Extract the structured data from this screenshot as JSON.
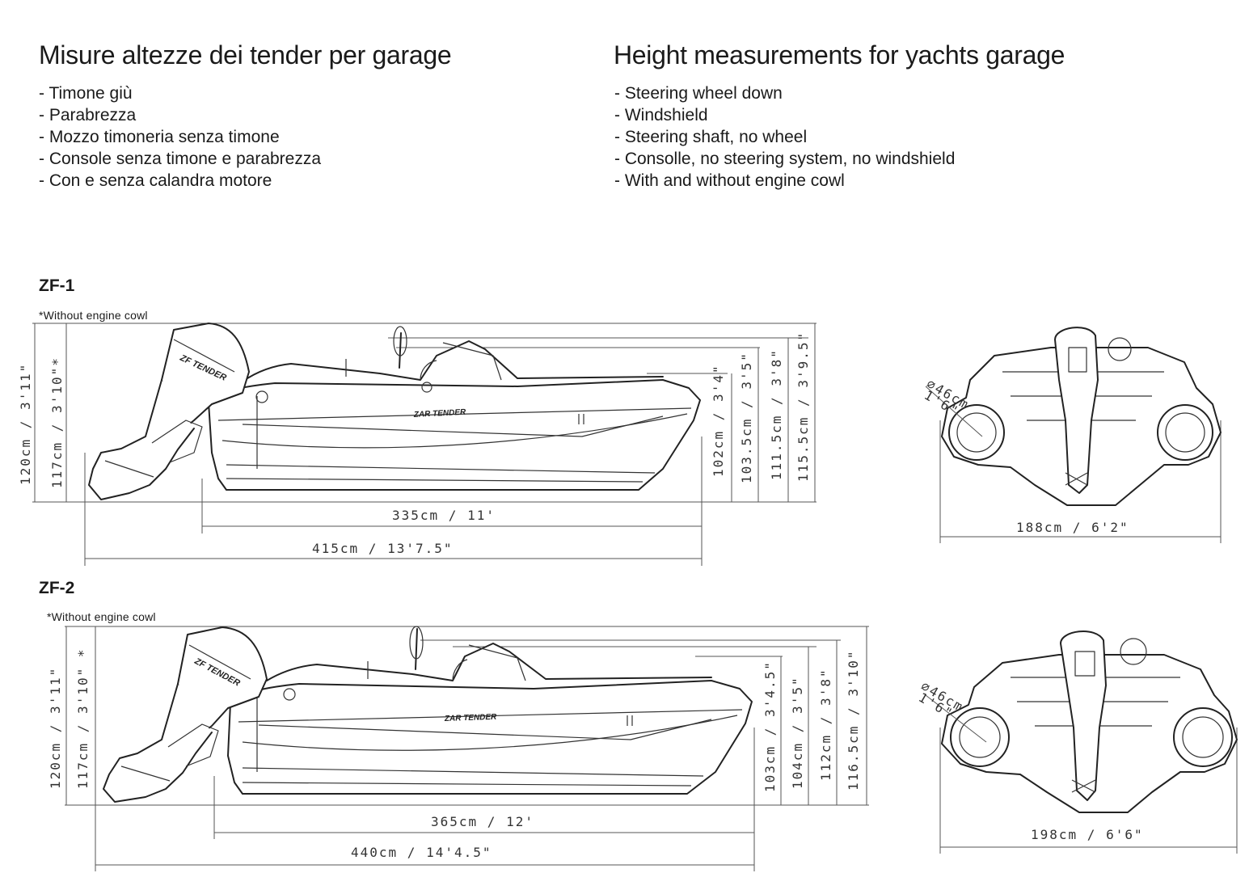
{
  "header": {
    "it_title": "Misure altezze dei tender per garage",
    "en_title": "Height measurements for yachts garage",
    "it_items": [
      "- Timone giù",
      "- Parabrezza",
      "- Mozzo timoneria senza timone",
      "- Console senza timone e parabrezza",
      "- Con e senza calandra motore"
    ],
    "en_items": [
      "- Steering wheel down",
      "- Windshield",
      "- Steering shaft, no wheel",
      "- Consolle, no steering system, no windshield",
      "- With and without engine cowl"
    ]
  },
  "zf1": {
    "label": "ZF-1",
    "note": "*Without engine cowl",
    "height_total": "120cm / 3'11\"",
    "height_no_cowl": "117cm / 3'10\"*",
    "height_wheel_down": "102cm / 3'4\"",
    "height_windshield": "103.5cm / 3'5\"",
    "height_shaft": "111.5cm / 3'8\"",
    "height_console": "115.5cm / 3'9.5\"",
    "length_hull": "335cm / 11'",
    "length_total": "415cm / 13'7.5\"",
    "beam": "188cm / 6'2\"",
    "tube_diameter_cm": "⌀46cm",
    "tube_diameter_ft": "1'6\""
  },
  "zf2": {
    "label": "ZF-2",
    "note": "*Without engine cowl",
    "height_total": "120cm / 3'11\"",
    "height_no_cowl": "117cm / 3'10\" *",
    "height_wheel_down": "103cm / 3'4.5\"",
    "height_windshield": "104cm / 3'5\"",
    "height_shaft": "112cm / 3'8\"",
    "height_console": "116.5cm / 3'10\"",
    "length_hull": "365cm / 12'",
    "length_total": "440cm / 14'4.5\"",
    "beam": "198cm / 6'6\"",
    "tube_diameter_cm": "⌀46cm",
    "tube_diameter_ft": "1'6\""
  },
  "brand": {
    "hull_logo": "ZAR TENDER",
    "engine_logo": "ZF TENDER"
  }
}
